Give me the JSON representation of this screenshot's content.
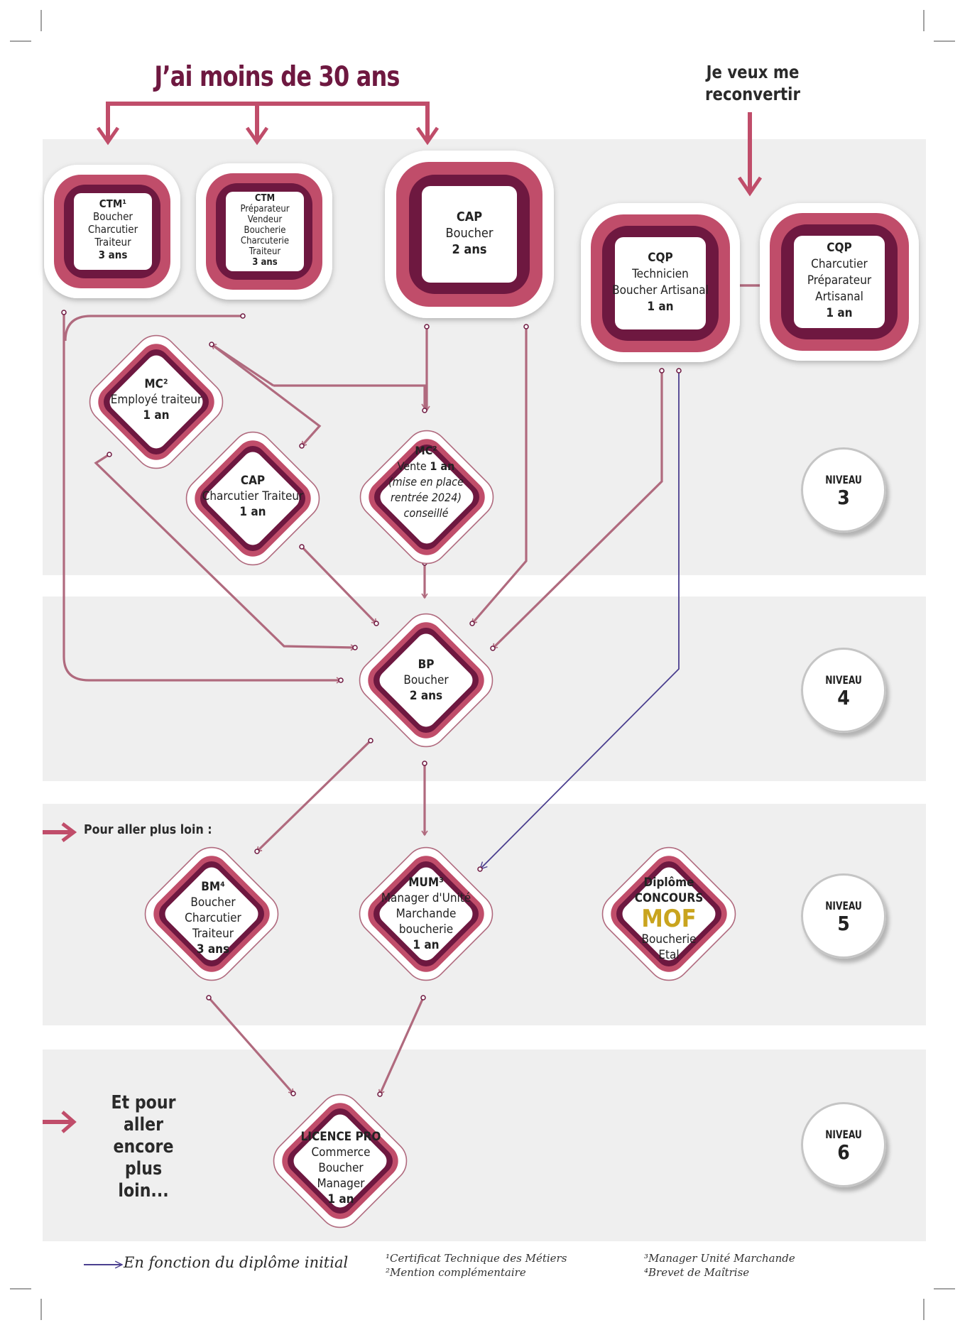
{
  "header": {
    "main_title": "J’ai moins de 30 ans",
    "side_title_line1": "Je veux me",
    "side_title_line2": "reconvertir"
  },
  "nodes": {
    "ctm_boucher": {
      "l1": "CTM¹",
      "l2": "Boucher",
      "l3": "Charcutier",
      "l4": "Traiteur",
      "l5": "3 ans"
    },
    "ctm_preparateur": {
      "l1": "CTM",
      "l2": "Préparateur",
      "l3": "Vendeur",
      "l4": "Boucherie",
      "l5": "Charcuterie",
      "l6": "Traiteur",
      "l7": "3 ans"
    },
    "cap_boucher": {
      "l1": "CAP",
      "l2": "Boucher",
      "l3": "2 ans"
    },
    "cqp_technicien": {
      "l1": "CQP",
      "l2": "Technicien",
      "l3": "Boucher Artisanal",
      "l4": "1 an"
    },
    "cqp_charcutier": {
      "l1": "CQP",
      "l2": "Charcutier",
      "l3": "Préparateur",
      "l4": "Artisanal",
      "l5": "1 an"
    },
    "mc_employe": {
      "l1": "MC²",
      "l2": "Employé traiteur",
      "l3": "1 an"
    },
    "cap_charcutier": {
      "l1": "CAP",
      "l2": "Charcutier Traiteur",
      "l3": "1 an"
    },
    "mc_vente": {
      "l1": "MC²",
      "l2a": "Vente ",
      "l2b": "1 an",
      "l3": "(mise en place",
      "l4": "rentrée 2024)",
      "l5": "conseillé"
    },
    "bp_boucher": {
      "l1": "BP",
      "l2": "Boucher",
      "l3": "2 ans"
    },
    "bm": {
      "l1": "BM⁴",
      "l2": "Boucher",
      "l3": "Charcutier",
      "l4": "Traiteur",
      "l5": "3 ans"
    },
    "mum": {
      "l1": "MUM³",
      "l2": "Manager d'Unité",
      "l3": "Marchande",
      "l4": "boucherie",
      "l5": "1 an"
    },
    "mof": {
      "l1": "Diplôme",
      "l2": "CONCOURS",
      "l3": "MOF",
      "l4": "Boucherie",
      "l5": "Etal"
    },
    "licence": {
      "l1": "LICENCE PRO",
      "l2": "Commerce",
      "l3": "Boucher",
      "l4": "Manager",
      "l5": "1 an"
    }
  },
  "levels": [
    {
      "label": "NIVEAU",
      "num": "3"
    },
    {
      "label": "NIVEAU",
      "num": "4"
    },
    {
      "label": "NIVEAU",
      "num": "5"
    },
    {
      "label": "NIVEAU",
      "num": "6"
    }
  ],
  "side_notes": {
    "further": "Pour aller plus loin :",
    "even_further_l1": "Et pour aller",
    "even_further_l2": "encore plus",
    "even_further_l3": "loin..."
  },
  "footer": {
    "legend": "En fonction du diplôme initial",
    "fn1": "¹Certificat Technique des Métiers",
    "fn2": "²Mention complémentaire",
    "fn3": "³Manager Unité Marchande",
    "fn4": "⁴Brevet de Maîtrise"
  },
  "colors": {
    "accent": "#c04d6a",
    "dark": "#6e1840",
    "arrow": "#b06a7e",
    "legend_arrow": "#4b3f8f",
    "mof_gold": "#c9a41e",
    "band": "#efefef"
  }
}
